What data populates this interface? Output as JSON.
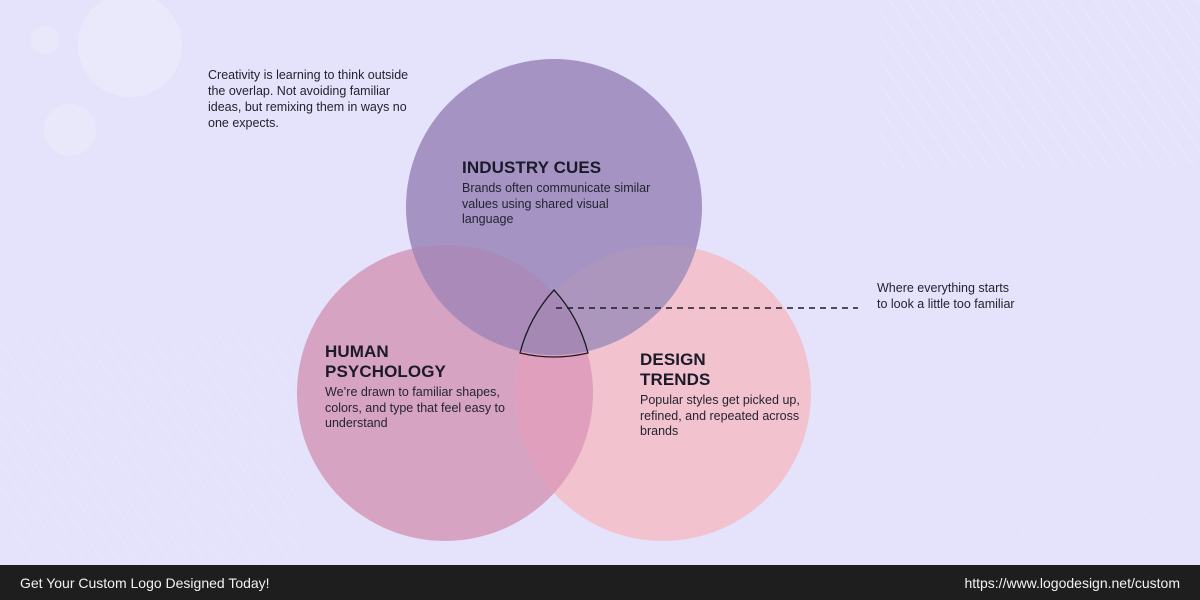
{
  "quote": {
    "text": "Creativity is learning to think outside the overlap. Not avoiding familiar ideas, but remixing them in ways no one expects."
  },
  "callout": {
    "text": "Where everything starts to look a little too familiar"
  },
  "circles": {
    "industry": {
      "title": "INDUSTRY CUES",
      "desc": "Brands often communicate similar values using shared visual language",
      "color": "#a493c3"
    },
    "human": {
      "title_line1": "HUMAN",
      "title_line2": "PSYCHOLOGY",
      "desc": "We’re drawn to familiar shapes, colors, and type that feel easy to understand",
      "color": "#d7a3c3"
    },
    "trends": {
      "title_line1": "DESIGN",
      "title_line2": "TRENDS",
      "desc": "Popular styles get picked up, refined, and repeated across brands",
      "color": "#f2c3cf"
    }
  },
  "footer": {
    "cta": "Get Your Custom Logo Designed Today!",
    "url": "https://www.logodesign.net/custom"
  },
  "colors": {
    "background": "#e4e3fb",
    "footer": "#1e1e1e",
    "overlap_industry_human": "#a98ab8",
    "overlap_industry_trends": "#ad96bd",
    "overlap_human_trends": "#e09fbd",
    "center": "#a589b4"
  }
}
